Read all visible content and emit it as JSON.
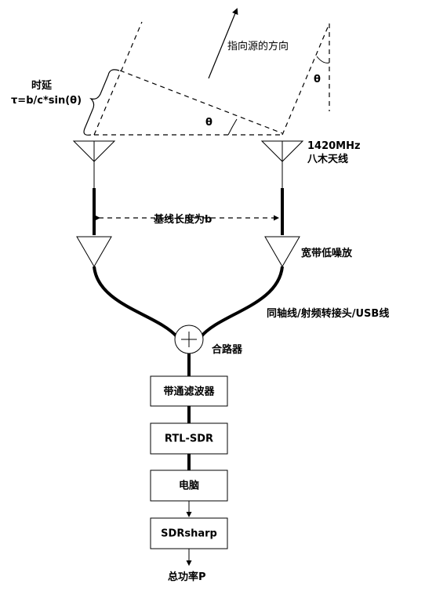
{
  "diagram": {
    "direction_label": "指向源的方向",
    "theta_top_right": "θ",
    "theta_middle": "θ",
    "delay_title": "时延",
    "delay_formula": "τ=b/c*sin(θ)",
    "antenna_label_line1": "1420MHz",
    "antenna_label_line2": "八木天线",
    "baseline_label": "基线长度为b",
    "lna_label": "宽带低噪放",
    "cable_label": "同轴线/射频转接头/USB线",
    "combiner_label": "合路器",
    "blocks": [
      {
        "label": "带通滤波器"
      },
      {
        "label": "RTL-SDR"
      },
      {
        "label": "电脑"
      },
      {
        "label": "SDRsharp"
      }
    ],
    "output_label": "总功率P"
  }
}
